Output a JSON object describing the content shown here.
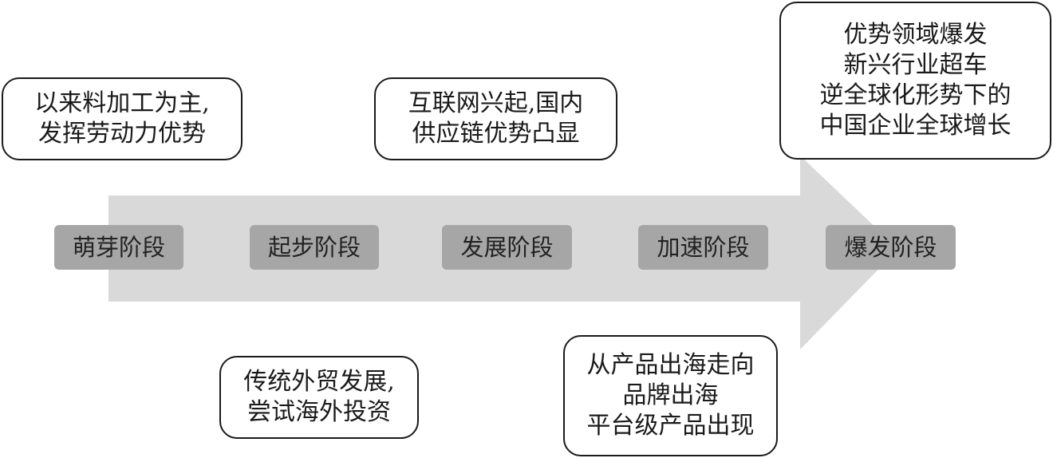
{
  "stages": [
    {
      "label": "萌芽阶段"
    },
    {
      "label": "起步阶段"
    },
    {
      "label": "发展阶段"
    },
    {
      "label": "加速阶段"
    },
    {
      "label": "爆发阶段"
    }
  ],
  "notes": {
    "note1": [
      "以来料加工为主,",
      "发挥劳动力优势"
    ],
    "note2": [
      "传统外贸发展,",
      "尝试海外投资"
    ],
    "note3": [
      "互联网兴起,国内",
      "供应链优势凸显"
    ],
    "note4": [
      "从产品出海走向",
      "品牌出海",
      "平台级产品出现"
    ],
    "note5": [
      "优势领域爆发",
      "新兴行业超车",
      "逆全球化形势下的",
      "中国企业全球增长"
    ]
  },
  "colors": {
    "arrow": "#d9d9d9",
    "stage_box": "#a6a6a6",
    "note_border": "#1a1a1a"
  }
}
